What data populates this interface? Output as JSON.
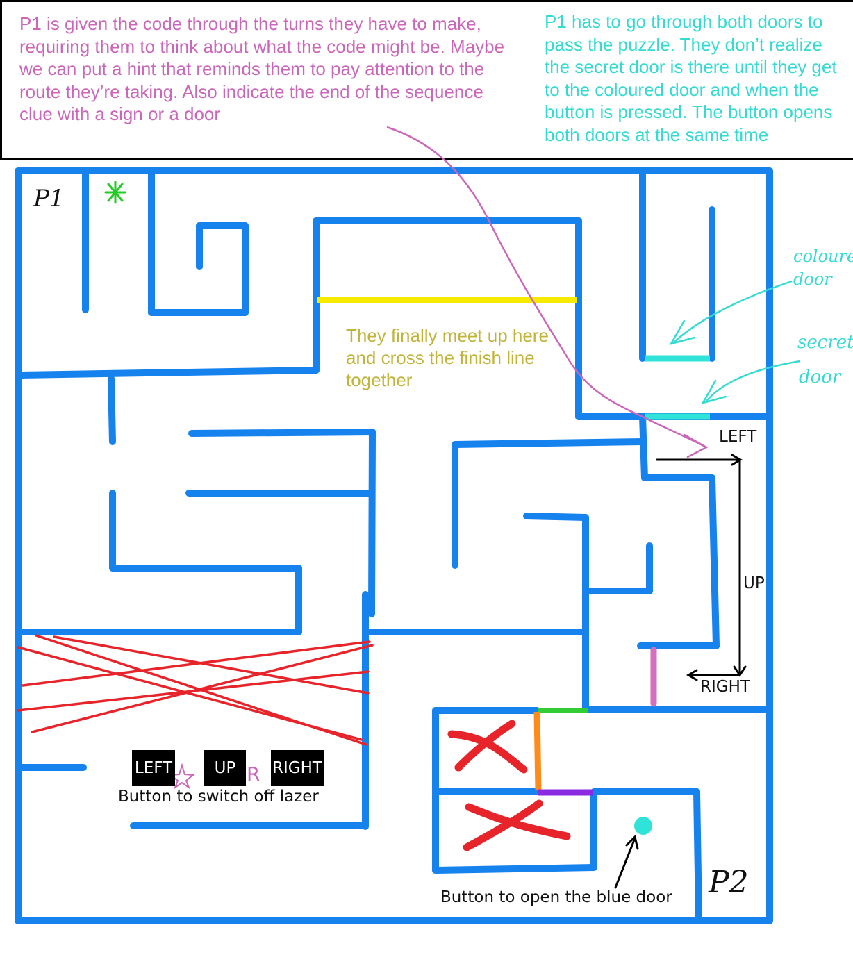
{
  "notes": {
    "p1_code": "P1 is given the code through the turns they have to make, requiring them to think about what the code might be. Maybe we can put a hint that reminds them to pay attention to the route they’re taking. Also indicate the end of the sequence clue with a sign or a door",
    "doors": "P1 has to go through both doors to pass the puzzle. They don’t realize the secret door is there until they get to the coloured door and when the button is pressed. The button opens both doors at the same time",
    "meet": "They finally meet up here and cross the finish line together"
  },
  "labels": {
    "p1": "P1",
    "p2": "P2",
    "coloured_door_line1": "coloured",
    "coloured_door_line2": "door",
    "secret_door_line1": "secret",
    "secret_door_line2": "door",
    "route_left": "LEFT",
    "route_up": "UP",
    "route_right": "RIGHT",
    "code_left": "LEFT",
    "code_up": "UP",
    "code_right": "RIGHT",
    "code_r_mark": "R",
    "laser_button": "Button to switch off lazer",
    "blue_door_button": "Button to open the blue door"
  },
  "colors": {
    "wall": "#1682ee",
    "laser": "#e8242b",
    "finish_line": "#f5ea00",
    "door": "#2fe3d8",
    "pink_note": "#cc66bb",
    "cyan_note": "#33dbd3",
    "yellow_note": "#c2b43a",
    "orange_door": "#ff8c1a",
    "green_door": "#33cc33",
    "purple_door": "#8a2be2",
    "pink_door": "#d46fc0",
    "star_marker": "#22cc22"
  }
}
